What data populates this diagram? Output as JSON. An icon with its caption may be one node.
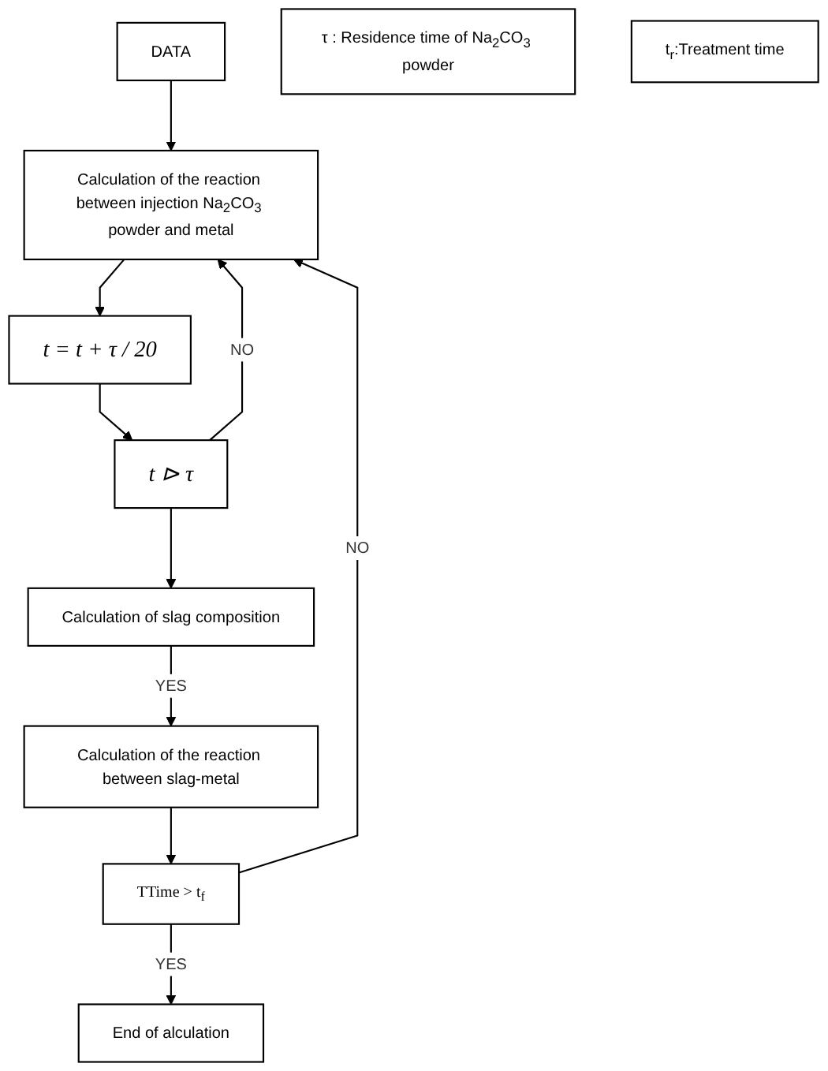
{
  "diagram": {
    "nodes": [
      {
        "text": [
          "DATA"
        ]
      },
      {
        "text": [
          "Calculation of the reaction between injection Na$_{2}$CO$_{3}$ powder and metal"
        ]
      },
      {
        "text": [
          "t = t + τ / 20"
        ]
      },
      {
        "text": [
          "t ⊳ τ"
        ]
      },
      {
        "text": [
          "Calculation of slag composition"
        ]
      },
      {
        "text": [
          "Calculation of the reaction between slag-metal"
        ]
      },
      {
        "text": [
          "TTime > t$_{f}$"
        ]
      },
      {
        "text": [
          "End of alculation"
        ]
      },
      {
        "text": [
          "τ : Residence time of Na$_{2}$CO$_{3}$ powder"
        ]
      },
      {
        "text": [
          "t$_{r}$:Treatment time"
        ]
      }
    ],
    "edges": [
      {
        "from": 0,
        "to": 1,
        "arrow": "to"
      },
      {
        "from": 1,
        "to": 2,
        "arrow": "to"
      },
      {
        "from": 2,
        "to": 3,
        "arrow": "to"
      },
      {
        "from": 3,
        "to": 1,
        "arrow": "to",
        "label": "NO"
      },
      {
        "from": 3,
        "to": 4,
        "arrow": "to"
      },
      {
        "from": 4,
        "to": 5,
        "arrow": "to",
        "label": "YES"
      },
      {
        "from": 5,
        "to": 6,
        "arrow": "to"
      },
      {
        "from": 6,
        "to": 1,
        "arrow": "to",
        "label": "NO"
      },
      {
        "from": 6,
        "to": 7,
        "arrow": "to",
        "label": "YES"
      }
    ]
  }
}
